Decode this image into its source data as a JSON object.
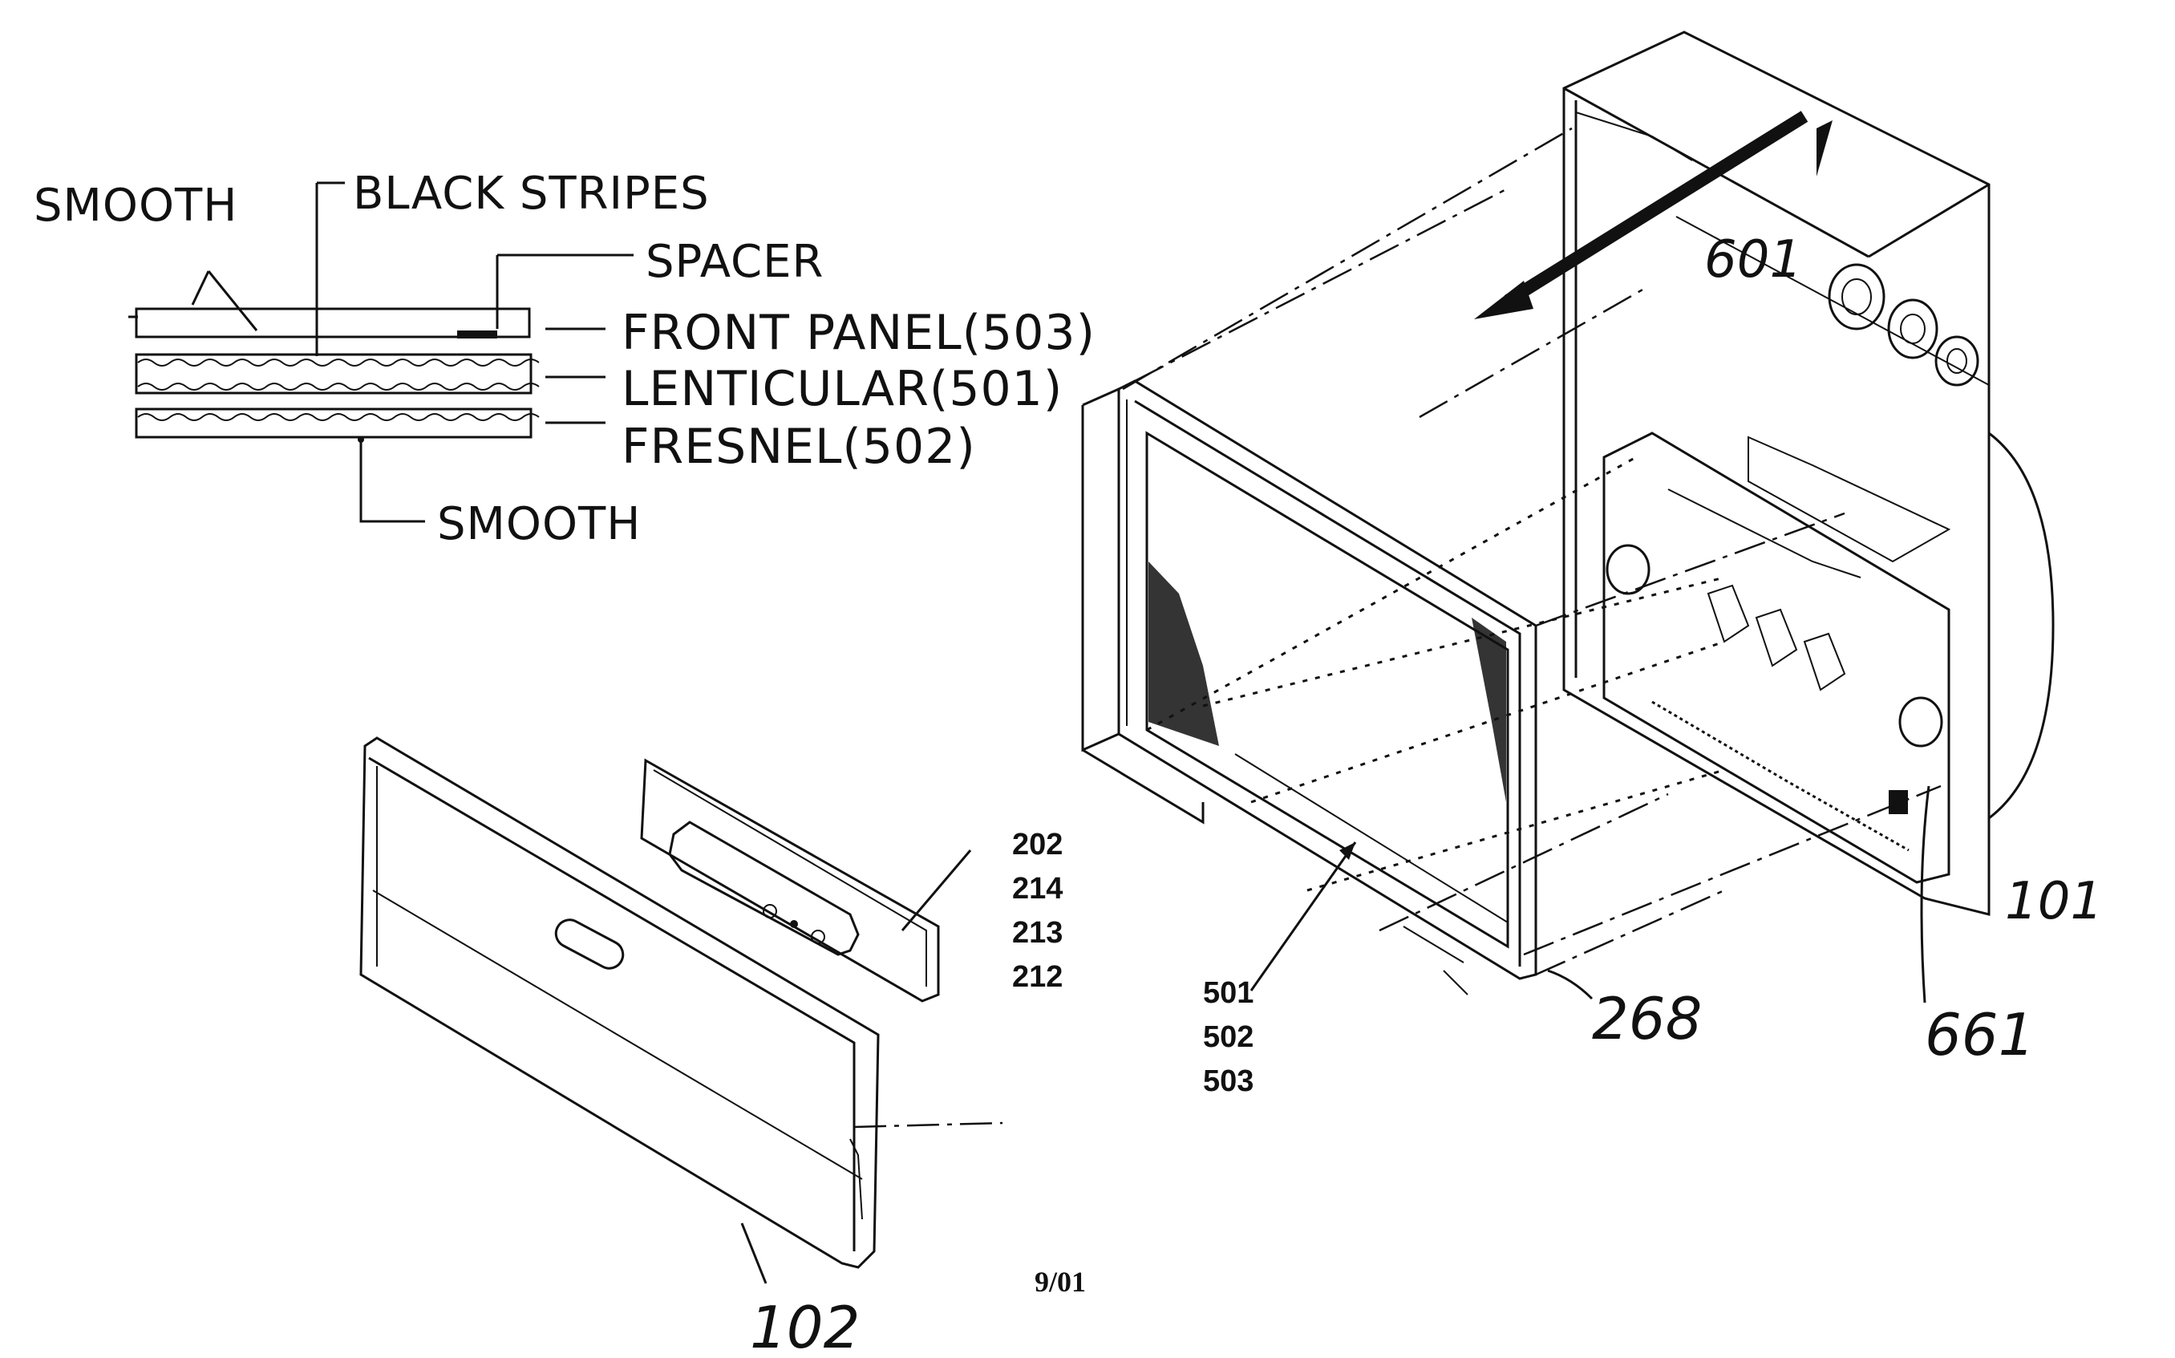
{
  "cross_section": {
    "labels": {
      "smooth_top": "SMOOTH",
      "black_stripes": "BLACK STRIPES",
      "spacer": "SPACER",
      "front_panel": "FRONT PANEL(503)",
      "lenticular": "LENTICULAR(501)",
      "fresnel": "FRESNEL(502)",
      "smooth_bottom": "SMOOTH"
    }
  },
  "control_panel": {
    "part_numbers": [
      "202",
      "214",
      "213",
      "212"
    ]
  },
  "callouts": {
    "door": "102",
    "screen_parts": [
      "501",
      "502",
      "503"
    ],
    "bezel": "268",
    "cabinet": "101",
    "mirror": "601",
    "board": "661"
  },
  "footer": {
    "date": "9/01"
  }
}
